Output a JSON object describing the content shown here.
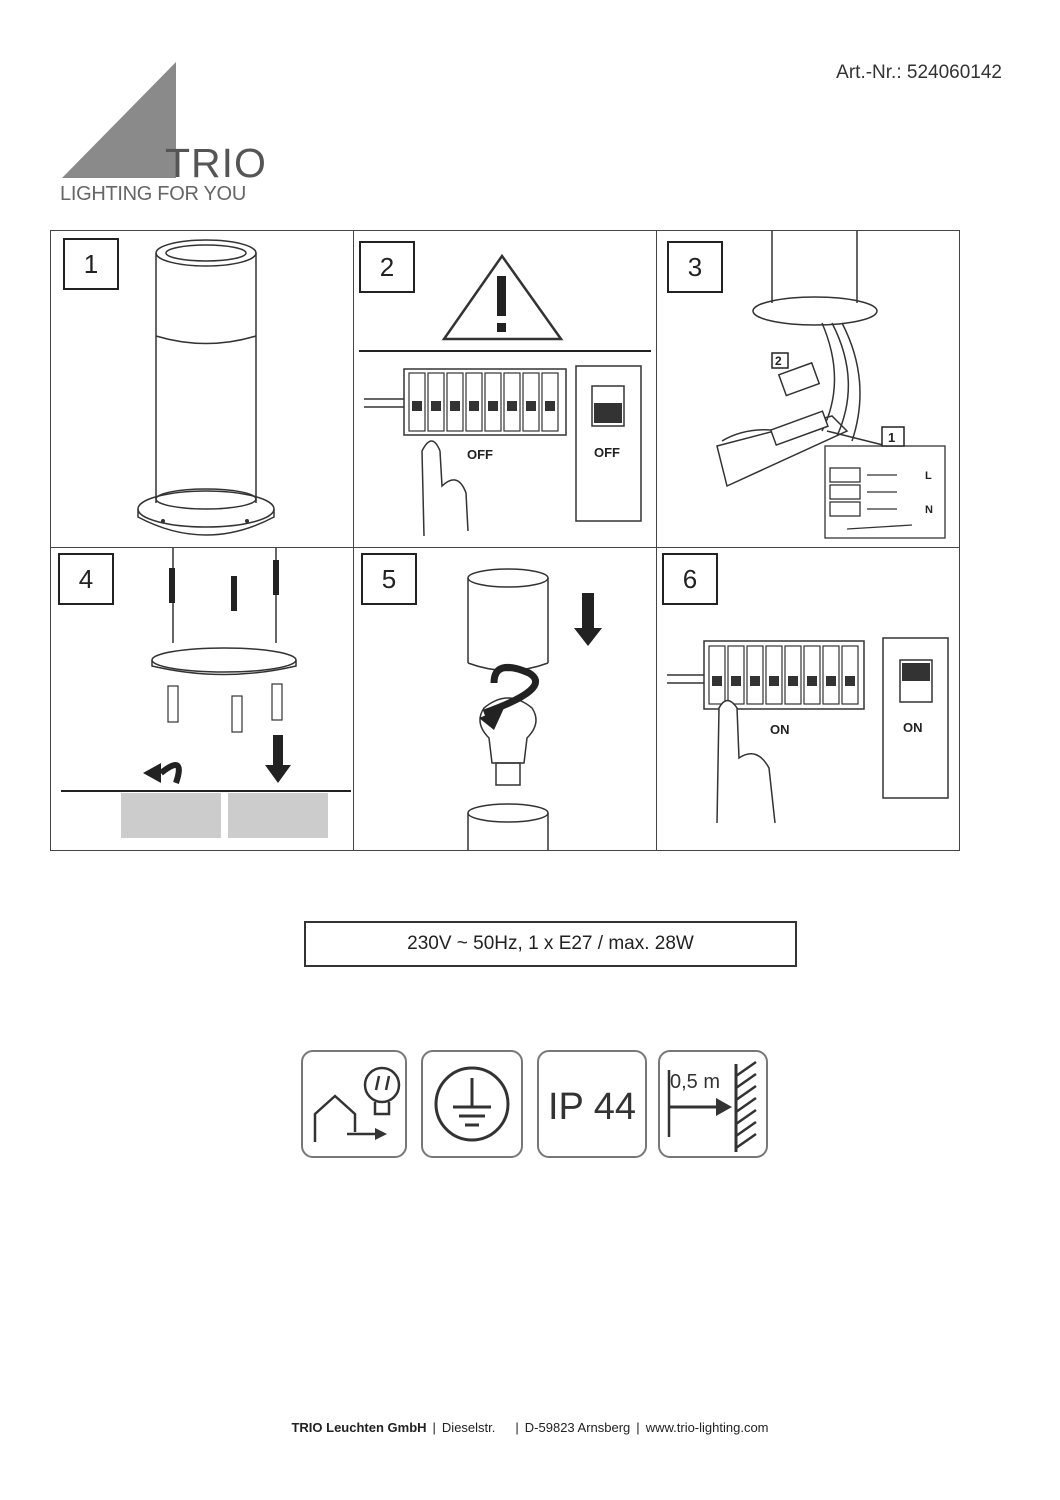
{
  "header": {
    "article_number": "Art.-Nr.: 524060142"
  },
  "logo": {
    "brand": "TRIO",
    "tagline": "LIGHTING FOR YOU"
  },
  "steps": [
    {
      "number": "1"
    },
    {
      "number": "2",
      "labels": [
        "OFF",
        "OFF"
      ]
    },
    {
      "number": "3",
      "callouts": [
        "2",
        "1"
      ],
      "terminal_labels": [
        "L",
        "N"
      ]
    },
    {
      "number": "4"
    },
    {
      "number": "5"
    },
    {
      "number": "6",
      "labels": [
        "ON",
        "ON"
      ]
    }
  ],
  "spec": {
    "text": "230V ~ 50Hz, 1 x E27 / max. 28W"
  },
  "icons": [
    {
      "name": "indoor-outdoor-lamp-icon"
    },
    {
      "name": "protective-earth-icon"
    },
    {
      "name": "ip-rating-icon",
      "text": "IP 44"
    },
    {
      "name": "min-distance-icon",
      "text": "0,5 m"
    }
  ],
  "footer": {
    "company": "TRIO Leuchten GmbH",
    "street": "Dieselstr.",
    "city": "D-59823 Arnsberg",
    "website": "www.trio-lighting.com"
  }
}
